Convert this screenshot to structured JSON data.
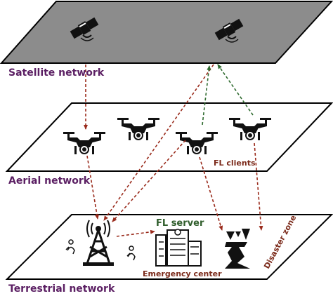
{
  "layers": {
    "satellite": {
      "label": "Satellite network"
    },
    "aerial": {
      "label": "Aerial network"
    },
    "terrestrial": {
      "label": "Terrestrial network"
    }
  },
  "tags": {
    "fl_clients": "FL clients",
    "fl_server": "FL server",
    "emergency_center": "Emergency center",
    "disaster_zone": "Disaster zone"
  },
  "colors": {
    "satellite_plane": "#8c8c8c",
    "layer_label": "#5b1f63",
    "tag_dark_red": "#7b2a1a",
    "fl_server_green": "#2f5d2b",
    "arrow_red": "#9a2b1c",
    "arrow_green": "#2f6b2f"
  }
}
